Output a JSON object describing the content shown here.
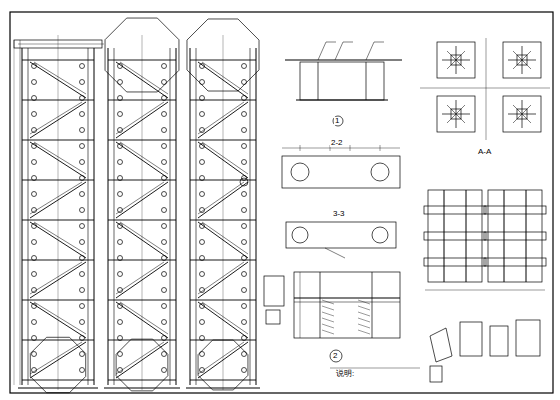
{
  "diagram": {
    "labels": [
      "1",
      "2-2",
      "3-3",
      "2",
      "A-A",
      "说明:"
    ]
  }
}
